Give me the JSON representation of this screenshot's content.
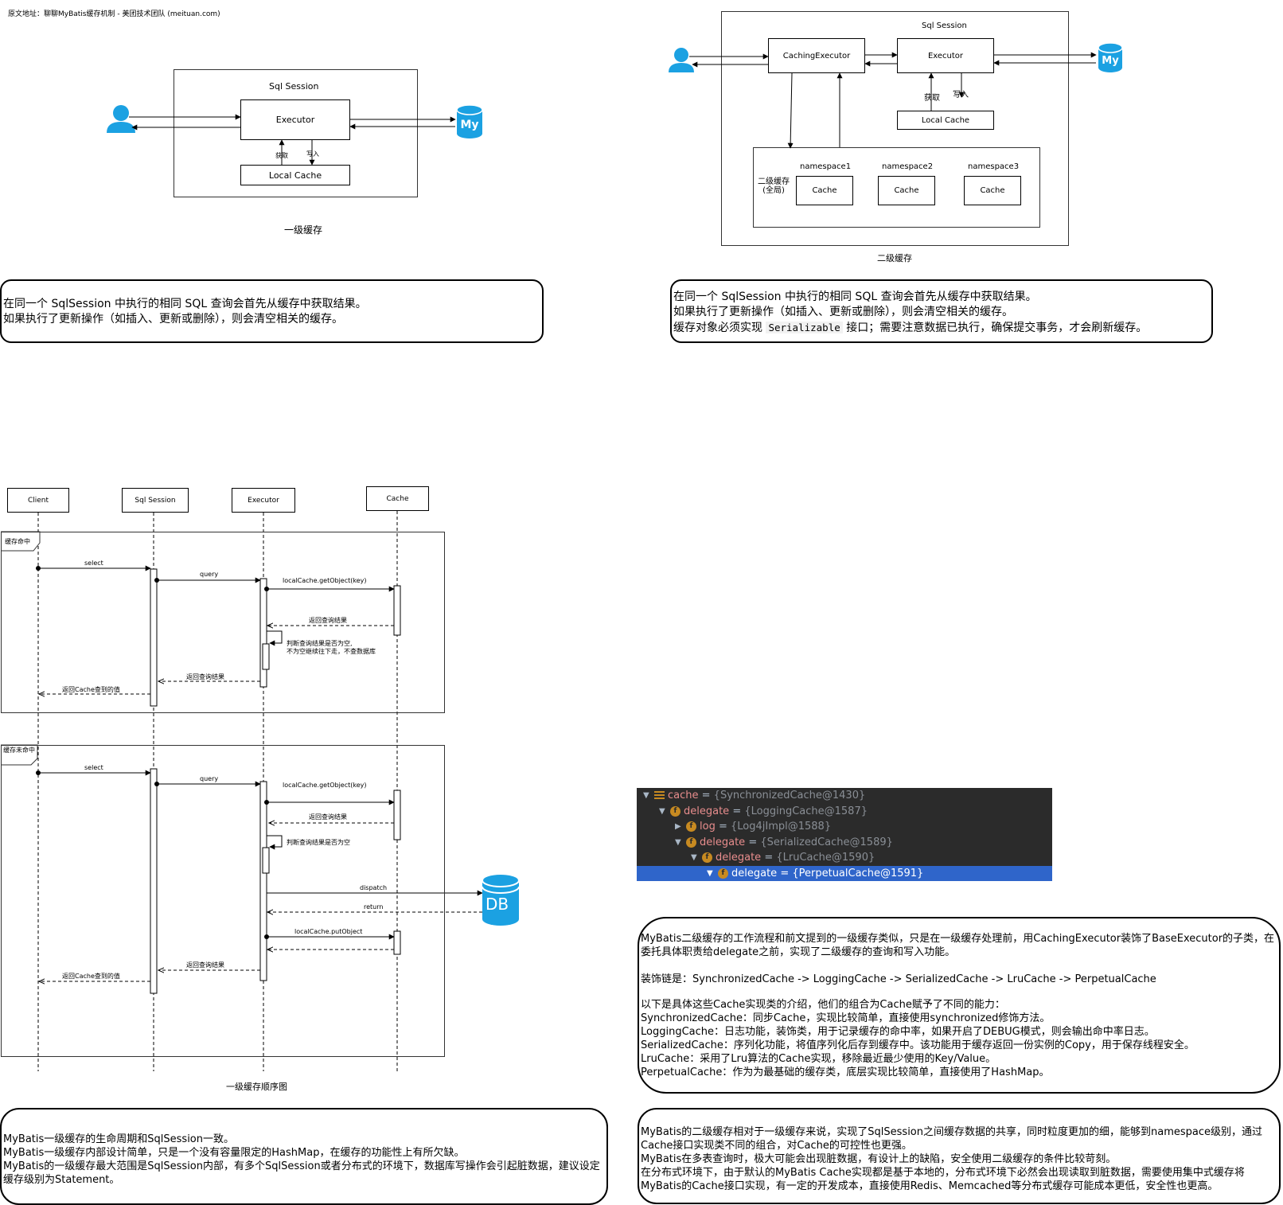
{
  "source_link": "原文地址：聊聊MyBatis缓存机制 - 美团技术团队 (meituan.com)",
  "diagram1": {
    "title": "Sql Session",
    "executor": "Executor",
    "get": "获取",
    "write": "写入",
    "local_cache": "Local Cache",
    "mysql_icon": "My",
    "caption": "一级缓存"
  },
  "note1": {
    "line1": "在同一个 SqlSession 中执行的相同 SQL 查询会首先从缓存中获取结果。",
    "line2": "如果执行了更新操作（如插入、更新或删除），则会清空相关的缓存。"
  },
  "diagram2": {
    "title": "Sql Session",
    "caching_executor": "CachingExecutor",
    "executor": "Executor",
    "get": "获取",
    "write": "写入",
    "local_cache": "Local Cache",
    "namespaces": [
      "namespace1",
      "namespace2",
      "namespace3"
    ],
    "cache": "Cache",
    "l2_label": "二级缓存\n(全局)",
    "mysql_icon": "My",
    "caption": "二级缓存"
  },
  "note2": {
    "line1": "在同一个 SqlSession 中执行的相同 SQL 查询会首先从缓存中获取结果。",
    "line2": "如果执行了更新操作（如插入、更新或删除），则会清空相关的缓存。",
    "line3a": "缓存对象必须实现",
    "line3code": "Serializable",
    "line3b": "接口；需要注意数据已执行，确保提交事务，才会刷新缓存。"
  },
  "sequence": {
    "lifelines": [
      "Client",
      "Sql Session",
      "Executor",
      "Cache"
    ],
    "frame1": "缓存命中",
    "frame2": "缓存未命中",
    "select": "select",
    "query": "query",
    "get_object": "localCache.getObject(key)",
    "return_result": "返回查询结果",
    "check_null": "判断查询结果是否为空,\n不为空继续往下走，不查数据库",
    "check_null2": "判断查询结果是否为空",
    "return_value": "返回Cache查到的值",
    "dispatch": "dispatch",
    "return": "return",
    "put_object": "localCache.putObject",
    "db": "DB",
    "caption": "一级缓存顺序图"
  },
  "note3": {
    "line1": "MyBatis一级缓存的生命周期和SqlSession一致。",
    "line2": "MyBatis一级缓存内部设计简单，只是一个没有容量限定的HashMap，在缓存的功能性上有所欠缺。",
    "line3": "MyBatis的一级缓存最大范围是SqlSession内部，有多个SqlSession或者分布式的环境下，数据库写操作会引起脏数据，建议设定缓存级别为Statement。"
  },
  "debugger": {
    "rows": [
      {
        "name": "cache",
        "value": "{SynchronizedCache@1430}"
      },
      {
        "name": "delegate",
        "value": "{LoggingCache@1587}"
      },
      {
        "name": "log",
        "value": "{Log4jImpl@1588}"
      },
      {
        "name": "delegate",
        "value": "{SerializedCache@1589}"
      },
      {
        "name": "delegate",
        "value": "{LruCache@1590}"
      },
      {
        "name": "delegate",
        "value": "{PerpetualCache@1591}"
      }
    ]
  },
  "note4": {
    "p1": "MyBatis二级缓存的工作流程和前文提到的一级缓存类似，只是在一级缓存处理前，用CachingExecutor装饰了BaseExecutor的子类，在委托具体职责给delegate之前，实现了二级缓存的查询和写入功能。",
    "p2": "装饰链是：SynchronizedCache -> LoggingCache -> SerializedCache -> LruCache -> PerpetualCache",
    "p3": "以下是具体这些Cache实现类的介绍，他们的组合为Cache赋予了不同的能力：",
    "p4": "SynchronizedCache：同步Cache，实现比较简单，直接使用synchronized修饰方法。",
    "p5": "LoggingCache：日志功能，装饰类，用于记录缓存的命中率，如果开启了DEBUG模式，则会输出命中率日志。",
    "p6": "SerializedCache：序列化功能，将值序列化后存到缓存中。该功能用于缓存返回一份实例的Copy，用于保存线程安全。",
    "p7": "LruCache：采用了Lru算法的Cache实现，移除最近最少使用的Key/Value。",
    "p8": "PerpetualCache：作为为最基础的缓存类，底层实现比较简单，直接使用了HashMap。"
  },
  "note5": {
    "line1": "MyBatis的二级缓存相对于一级缓存来说，实现了SqlSession之间缓存数据的共享，同时粒度更加的细，能够到namespace级别，通过Cache接口实现类不同的组合，对Cache的可控性也更强。",
    "line2": "MyBatis在多表查询时，极大可能会出现脏数据，有设计上的缺陷，安全使用二级缓存的条件比较苛刻。",
    "line3": "在分布式环境下，由于默认的MyBatis Cache实现都是基于本地的，分布式环境下必然会出现读取到脏数据，需要使用集中式缓存将MyBatis的Cache接口实现，有一定的开发成本，直接使用Redis、Memcached等分布式缓存可能成本更低，安全性也更高。"
  },
  "colors": {
    "accent": "#1ba1e2",
    "debug_bg": "#2b2b2b",
    "debug_sel": "#2f65ca"
  }
}
